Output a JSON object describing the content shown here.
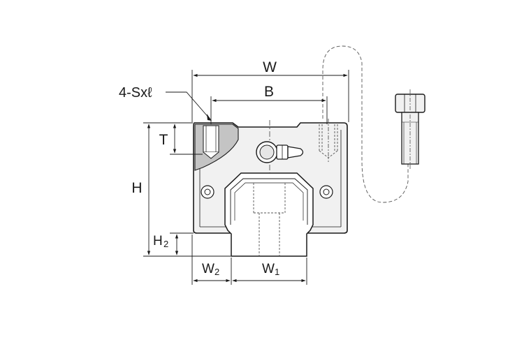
{
  "labels": {
    "w": "W",
    "b": "B",
    "t": "T",
    "h": "H",
    "h2_main": "H",
    "h2_sub": "2",
    "w2_main": "W",
    "w2_sub": "2",
    "w1_main": "W",
    "w1_sub": "1",
    "tap": "4-Sxℓ"
  },
  "colors": {
    "line": "#1a1a1a",
    "body_fill": "#f1f1f1",
    "section_fill": "#c4c4c4",
    "hidden": "#555555"
  },
  "icons": {
    "bolt": "socket-head-cap-screw-icon",
    "nipple": "grease-nipple-icon"
  }
}
